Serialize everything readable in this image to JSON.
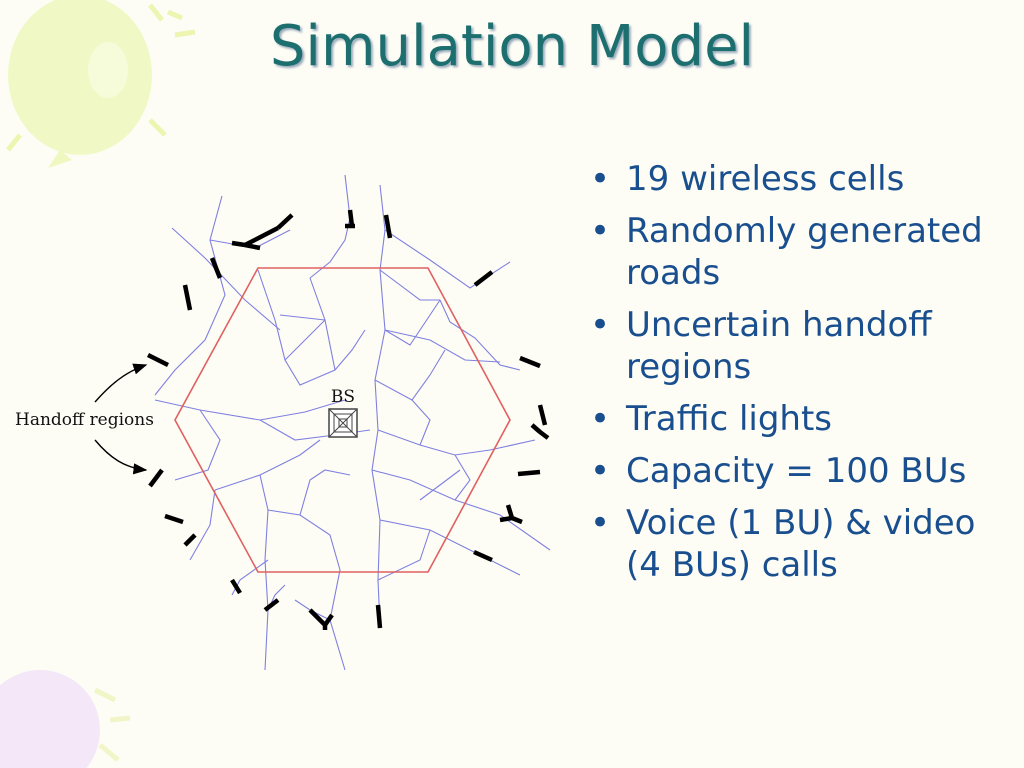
{
  "slide": {
    "title": "Simulation Model",
    "bullets": [
      "19 wireless cells",
      "Randomly generated roads",
      "Uncertain handoff regions",
      "Traffic lights",
      "Capacity = 100 BUs",
      "Voice (1 BU) & video (4 BUs) calls"
    ]
  },
  "diagram": {
    "handoff_label": "Handoff regions",
    "bs_label": "BS"
  },
  "colors": {
    "title": "#1d6f6f",
    "bullet_text": "#1a4f8f",
    "hexagon": "#e06060",
    "roads": "#8080e0",
    "handoff_marks": "#000000"
  }
}
